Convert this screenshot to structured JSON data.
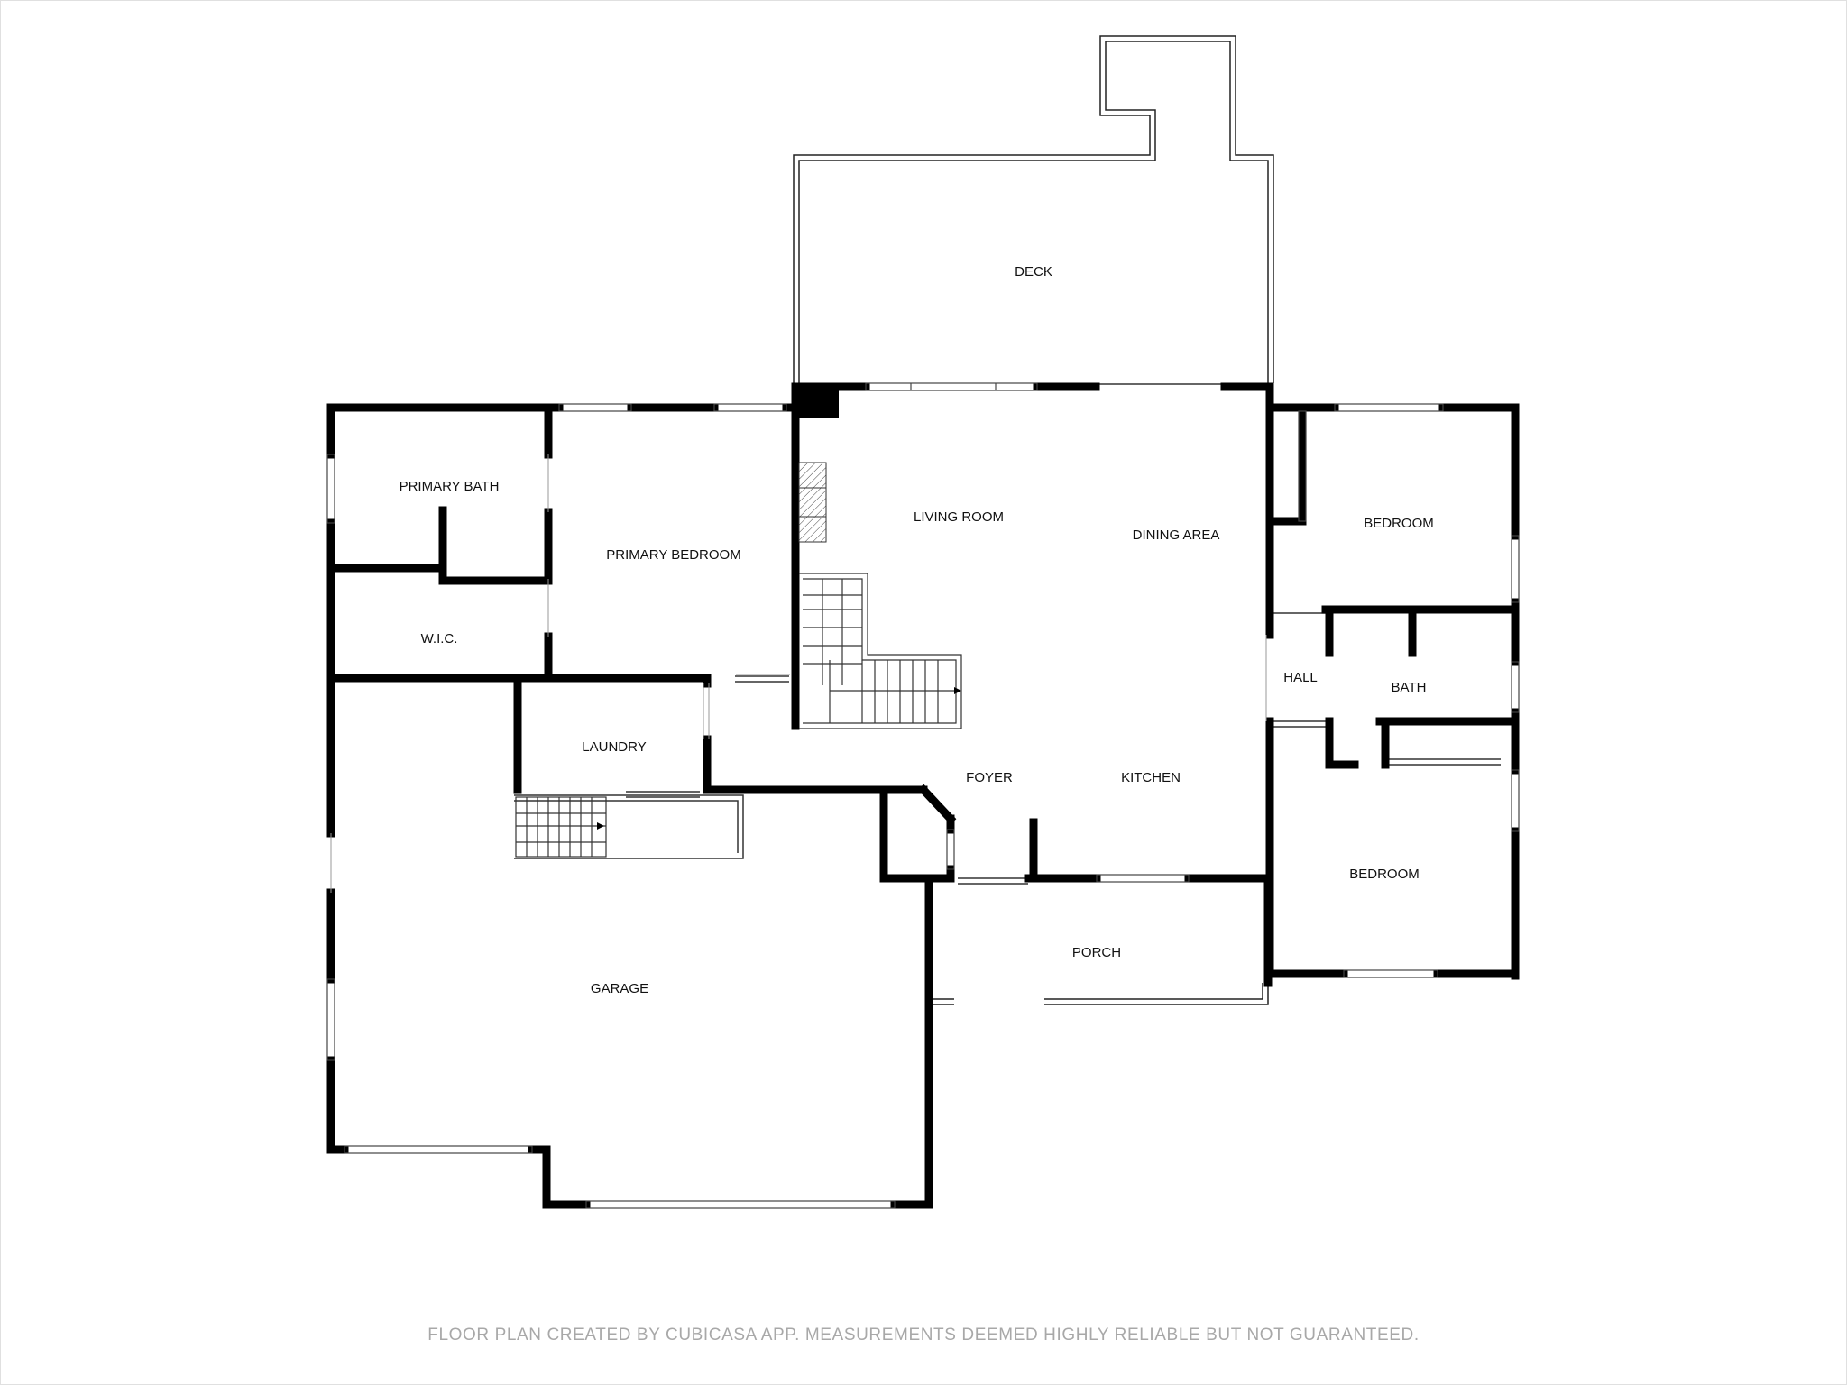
{
  "rooms": {
    "deck": "DECK",
    "primary_bath": "PRIMARY BATH",
    "primary_bedroom": "PRIMARY BEDROOM",
    "living_room": "LIVING ROOM",
    "dining_area": "DINING AREA",
    "bedroom_1": "BEDROOM",
    "wic": "W.I.C.",
    "hall": "HALL",
    "bath": "BATH",
    "laundry": "LAUNDRY",
    "foyer": "FOYER",
    "kitchen": "KITCHEN",
    "bedroom_2": "BEDROOM",
    "porch": "PORCH",
    "garage": "GARAGE"
  },
  "footer": "FLOOR PLAN CREATED BY CUBICASA APP. MEASUREMENTS DEEMED HIGHLY RELIABLE BUT NOT GUARANTEED."
}
